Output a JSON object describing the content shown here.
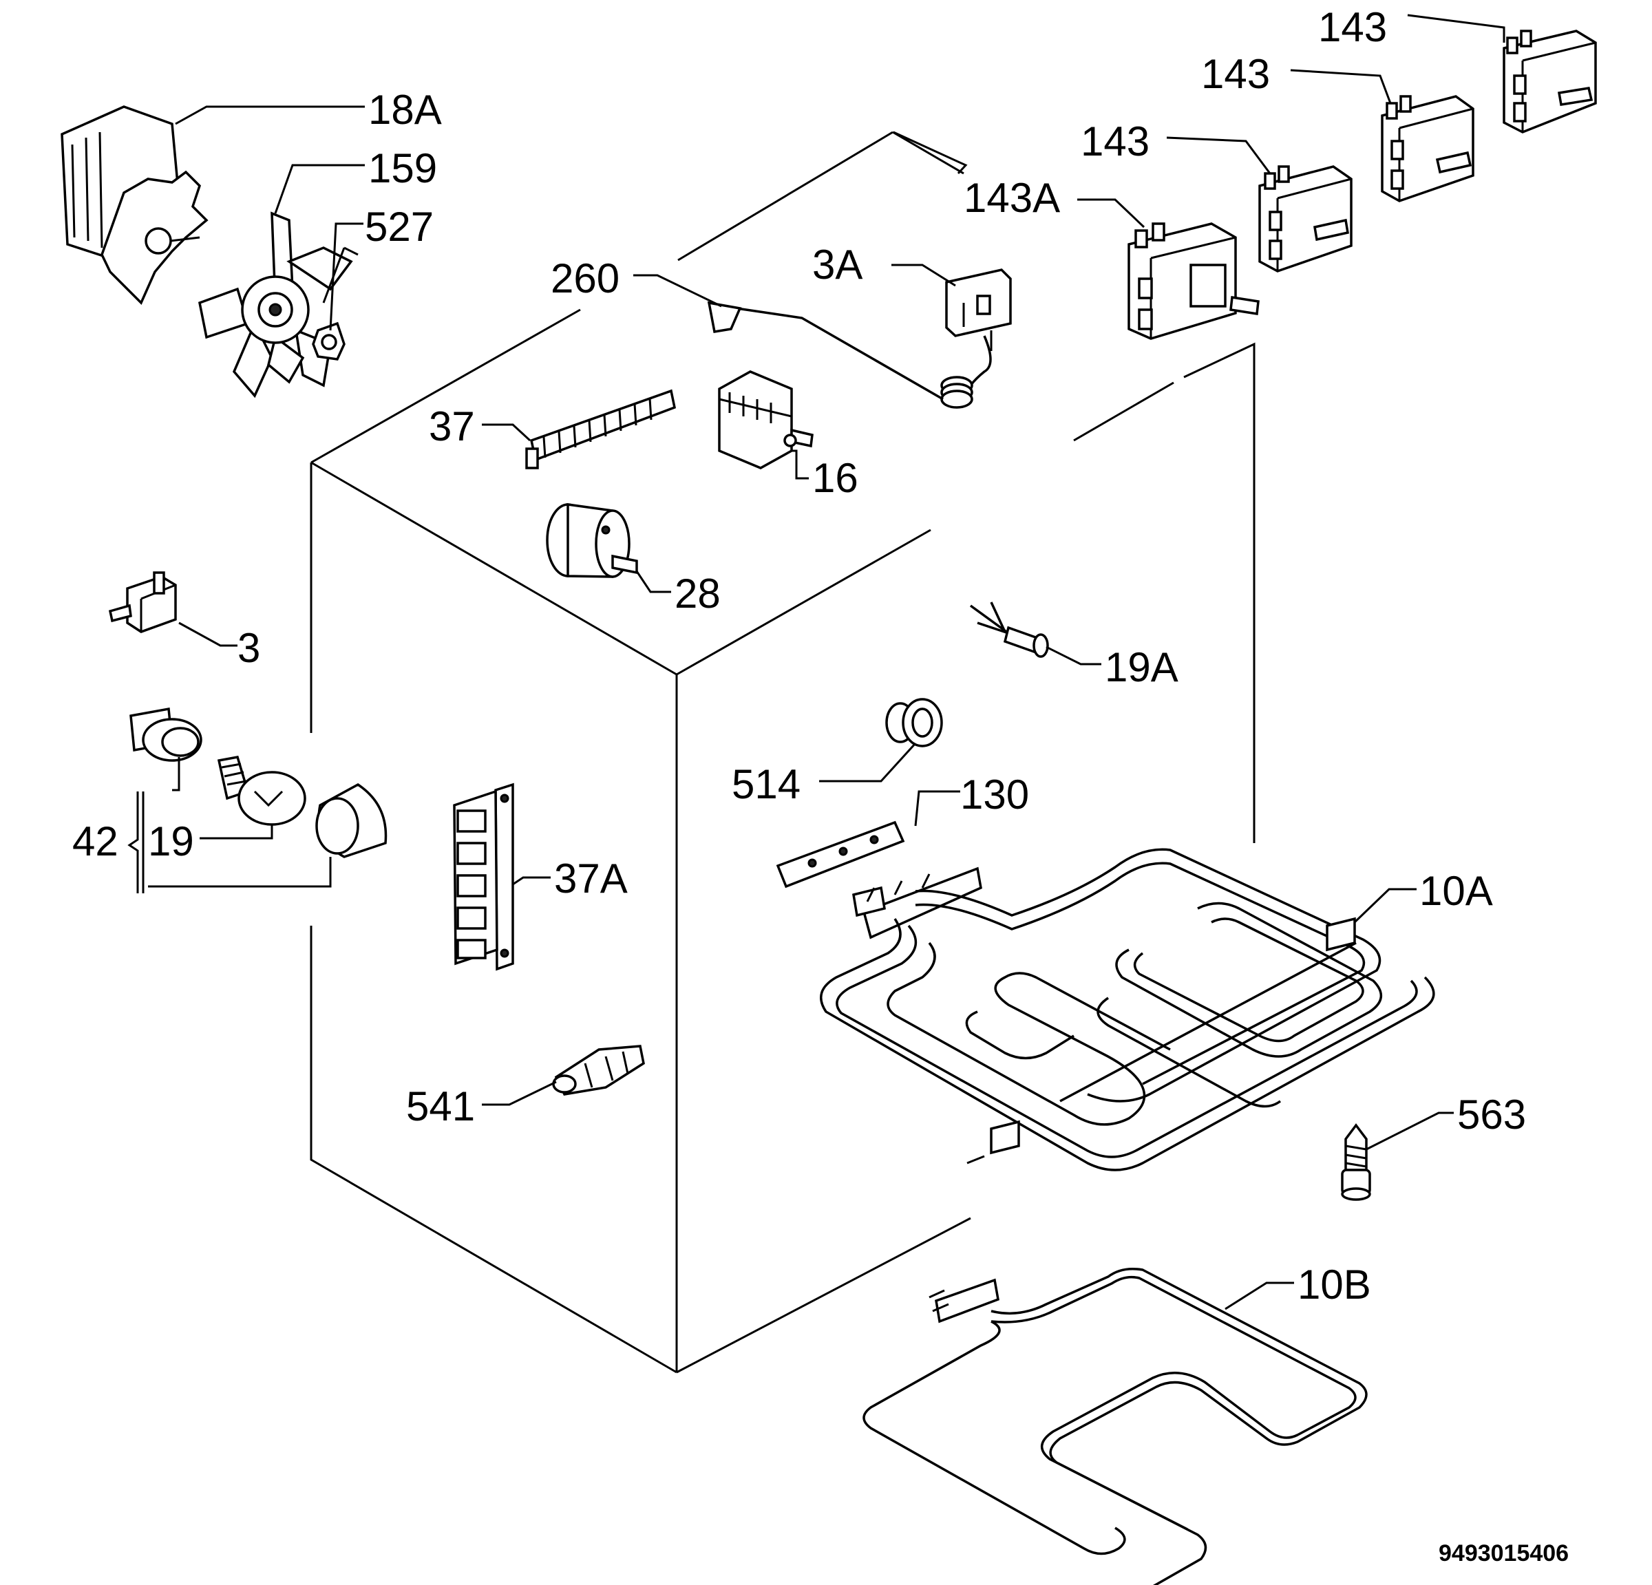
{
  "diagram": {
    "doc_code": "9493015406",
    "labels": {
      "l143_top": "143",
      "l143_mid": "143",
      "l143_low": "143",
      "l143A": "143A",
      "l18A": "18A",
      "l159": "159",
      "l527": "527",
      "l260": "260",
      "l3A": "3A",
      "l37": "37",
      "l16": "16",
      "l28": "28",
      "l3": "3",
      "l19A": "19A",
      "l514": "514",
      "l130": "130",
      "l42": "42",
      "l19": "19",
      "l37A": "37A",
      "l10A": "10A",
      "l541": "541",
      "l563": "563",
      "l10B": "10B"
    }
  }
}
